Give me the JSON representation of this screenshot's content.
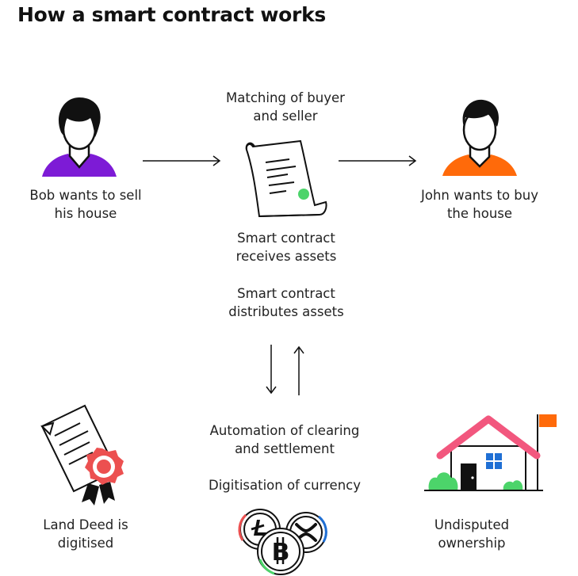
{
  "title": "How a smart contract works",
  "labels": {
    "matching": "Matching of buyer\nand seller",
    "bob": "Bob wants to sell\nhis house",
    "john": "John wants to buy\nthe house",
    "receives": "Smart contract\nreceives assets",
    "distributes": "Smart contract\ndistributes assets",
    "automation": "Automation of clearing\nand settlement",
    "digitisation": "Digitisation of currency",
    "land_deed": "Land Deed is\ndigitised",
    "ownership": "Undisputed\nownership"
  },
  "colors": {
    "bob_shirt": "#7d1bd6",
    "john_shirt": "#ff6a0a",
    "contract_dot": "#4cd46a",
    "roof": "#f2577e",
    "flag": "#ff6a0a",
    "window": "#1f6fd4",
    "bush": "#4cd46a",
    "seal": "#ec5050"
  },
  "icons": {
    "bob": "person-avatar-icon",
    "john": "person-avatar-icon",
    "contract": "contract-scroll-icon",
    "deed": "land-deed-certificate-icon",
    "house": "house-with-flag-icon",
    "coins": "cryptocurrency-coins-icon"
  }
}
